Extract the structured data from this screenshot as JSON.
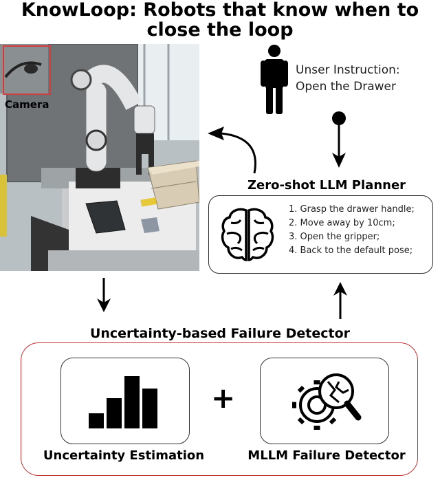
{
  "title": "KnowLoop: Robots that know when to close the loop",
  "camera_label": "Camera",
  "instruction_line1": "Unser Instruction:",
  "instruction_line2": "Open the Drawer",
  "planner_title": "Zero-shot LLM Planner",
  "planner_steps": [
    "1. Grasp the drawer handle;",
    "2. Move away by 10cm;",
    "3. Open the gripper;",
    "4. Back to the default pose;"
  ],
  "detector_title": "Uncertainty-based Failure Detector",
  "uncertainty_label": "Uncertainty Estimation",
  "mllm_label": "MLLM Failure Detector",
  "plus_symbol": "+",
  "icons": [
    "person-icon",
    "brain-icon",
    "bar-chart-icon",
    "gear-magnifier-icon"
  ],
  "colors": {
    "accent_red": "#c0302f",
    "camera_box": "#d23c3c",
    "text": "#000000"
  }
}
